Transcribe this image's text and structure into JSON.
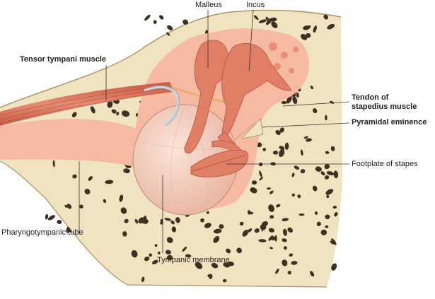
{
  "labels": {
    "malleus": "Malleus",
    "incus": "Incus",
    "tensor_tympani": "Tensor tympani muscle",
    "tendon_stapedius_line1": "Tendon of",
    "tendon_stapedius_line2": "stapedius muscle",
    "pyramidal_eminence": "Pyramidal eminence",
    "footplate_stapes": "Footplate of stapes",
    "pharyngotympanic_tube": "Pharyngotympanic tube",
    "tympanic_membrane": "Tympanic membrane"
  },
  "colors": {
    "bone": "#efe3c0",
    "bone_outline": "#a89260",
    "marrow": "#3e3124",
    "cavity": "#f6b9a2",
    "ossicle": "#e07e66",
    "membrane": "#f3d1c2",
    "muscle": "#e07a63",
    "tendon": "#f1aa5c",
    "nerve": "#c6d7e2",
    "leader": "#333333"
  }
}
